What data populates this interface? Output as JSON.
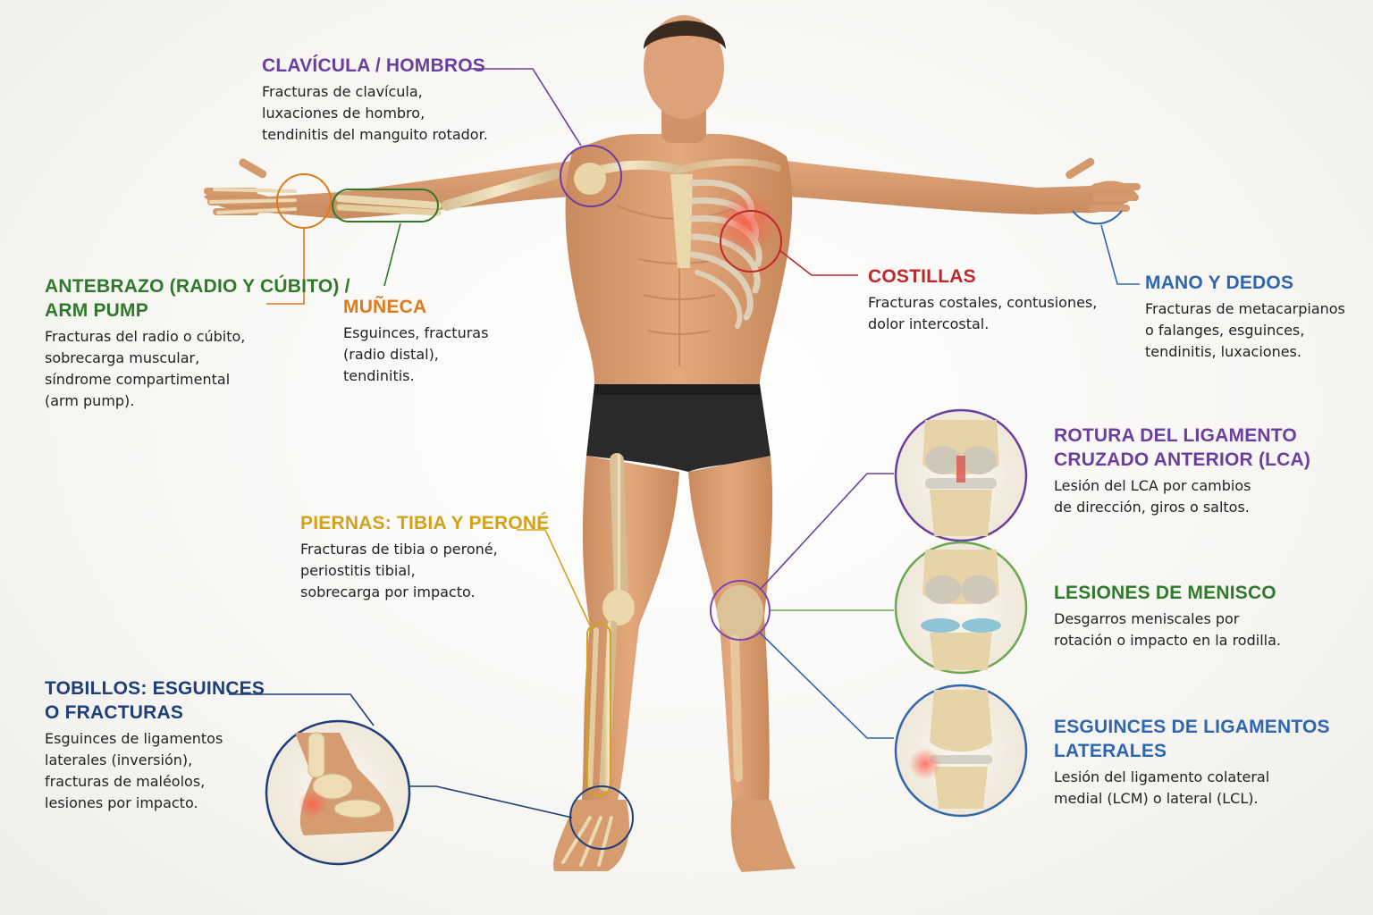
{
  "colors": {
    "purple": "#6a3fa0",
    "green": "#2f7a2a",
    "orange": "#e07a1a",
    "red": "#c0262d",
    "blue": "#2f66b0",
    "gold": "#d4a21a",
    "navy": "#1f3f7a",
    "lightgreen": "#6aa84f"
  },
  "labels": {
    "clavicula": {
      "title": "CLAVÍCULA / HOMBROS",
      "desc": "Fracturas de clavícula,\nluxaciones de hombro,\ntendinitis del manguito rotador."
    },
    "antebrazo": {
      "title": "ANTEBRAZO (RADIO Y CÚBITO) /\nARM PUMP",
      "desc": "Fracturas del radio o cúbito,\nsobrecarga muscular,\nsíndrome compartimental\n(arm pump)."
    },
    "muneca": {
      "title": "MUÑECA",
      "desc": "Esguinces, fracturas\n(radio distal),\ntendinitis."
    },
    "costillas": {
      "title": "COSTILLAS",
      "desc": "Fracturas costales, contusiones,\ndolor intercostal."
    },
    "mano": {
      "title": "MANO Y DEDOS",
      "desc": "Fracturas de metacarpianos\no falanges, esguinces,\ntendinitis, luxaciones."
    },
    "piernas": {
      "title": "PIERNAS: TIBIA Y PERONÉ",
      "desc": "Fracturas de tibia o peroné,\nperiostitis tibial,\nsobrecarga por impacto."
    },
    "tobillos": {
      "title": "TOBILLOS: ESGUINCES\nO FRACTURAS",
      "desc": "Esguinces de ligamentos\nlaterales (inversión),\nfracturas de maléolos,\nlesiones por impacto."
    },
    "lca": {
      "title": "ROTURA DEL LIGAMENTO\nCRUZADO ANTERIOR (LCA)",
      "desc": "Lesión del LCA por cambios\nde dirección, giros o saltos."
    },
    "menisco": {
      "title": "LESIONES DE MENISCO",
      "desc": "Desgarros meniscales por\nrotación o impacto en la rodilla."
    },
    "laterales": {
      "title": "ESGUINCES DE LIGAMENTOS\nLATERALES",
      "desc": "Lesión del ligamento colateral\nmedial (LCM) o lateral (LCL)."
    }
  }
}
